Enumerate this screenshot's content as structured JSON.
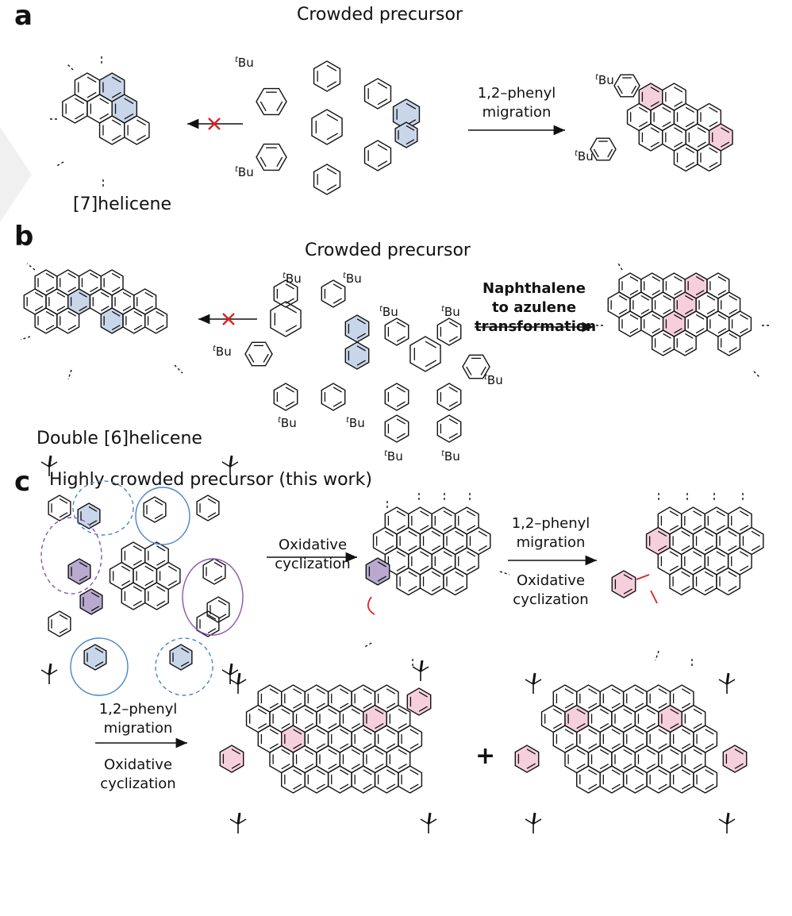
{
  "panel_a": {
    "letter": "a",
    "heading": "Crowded precursor",
    "left_product": "[7]helicene",
    "arrow_label_line1": "1,2–phenyl",
    "arrow_label_line2": "migration",
    "tbu": "Bu",
    "tbu_sup": "t"
  },
  "panel_b": {
    "letter": "b",
    "heading": "Crowded precursor",
    "left_product": "Double [6]helicene",
    "arrow_label_line1": "Naphthalene",
    "arrow_label_line2": "to azulene",
    "arrow_label_line3": "transformation",
    "tbu": "Bu",
    "tbu_sup": "t"
  },
  "panel_c": {
    "letter": "c",
    "heading": "Highly crowded precursor  (this work)",
    "step1_line1": "Oxidative",
    "step1_line2": "cyclization",
    "step2_line1": "1,2–phenyl",
    "step2_line2": "migration",
    "step2_line3": "Oxidative",
    "step2_line4": "cyclization",
    "step3_line1": "1,2–phenyl",
    "step3_line2": "migration",
    "step3_line3": "Oxidative",
    "step3_line4": "cyclization",
    "plus": "+"
  },
  "colors": {
    "blue_highlight": "#c9d6ea",
    "pink_highlight": "#f6cfdc",
    "purple_highlight": "#b9a9cf",
    "red_bond": "#e02020",
    "blue_arc": "#4a86c5",
    "purple_arc": "#8a55b0"
  }
}
